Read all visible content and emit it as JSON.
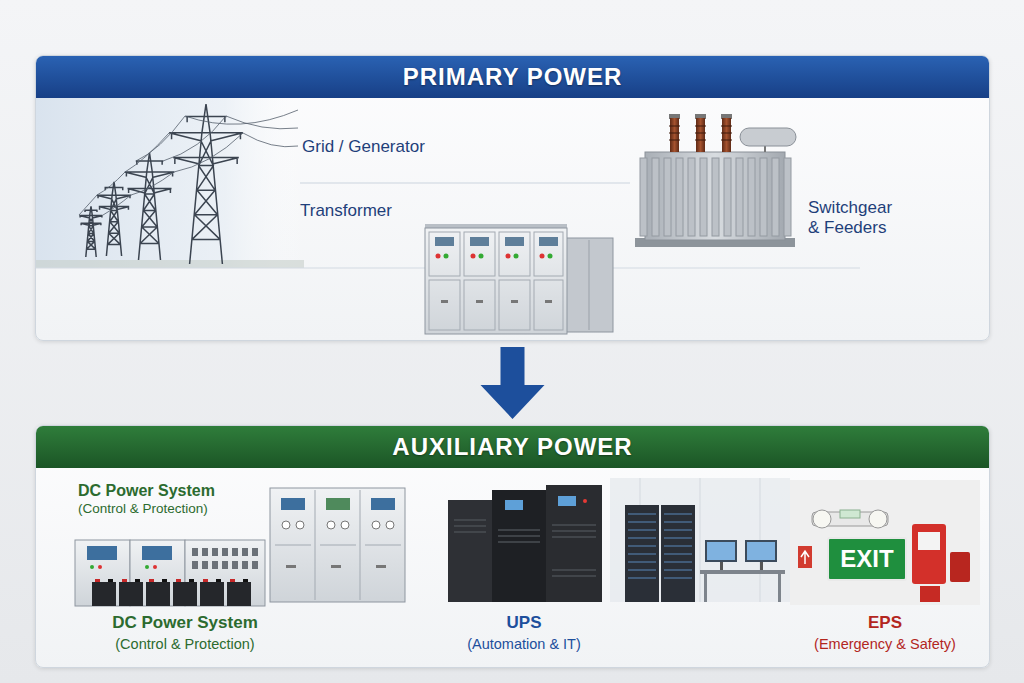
{
  "diagram": {
    "nodes": [
      {
        "text": [
          "PRIMARY POWER"
        ]
      },
      {
        "text": [
          "AUXILIARY POWER"
        ]
      }
    ],
    "edges": [
      {
        "from": 0,
        "to": 1,
        "arrow": "to"
      }
    ],
    "labels": [
      "Grid / Generator",
      "Transformer",
      "Switchgear & Feeders",
      "DC Power System",
      "(Control & Protection)",
      "DC Power System",
      "(Control & Protection)",
      "UPS",
      "(Automation & IT)",
      "EPS",
      "(Emergency & Safety)",
      "EXIT"
    ]
  }
}
